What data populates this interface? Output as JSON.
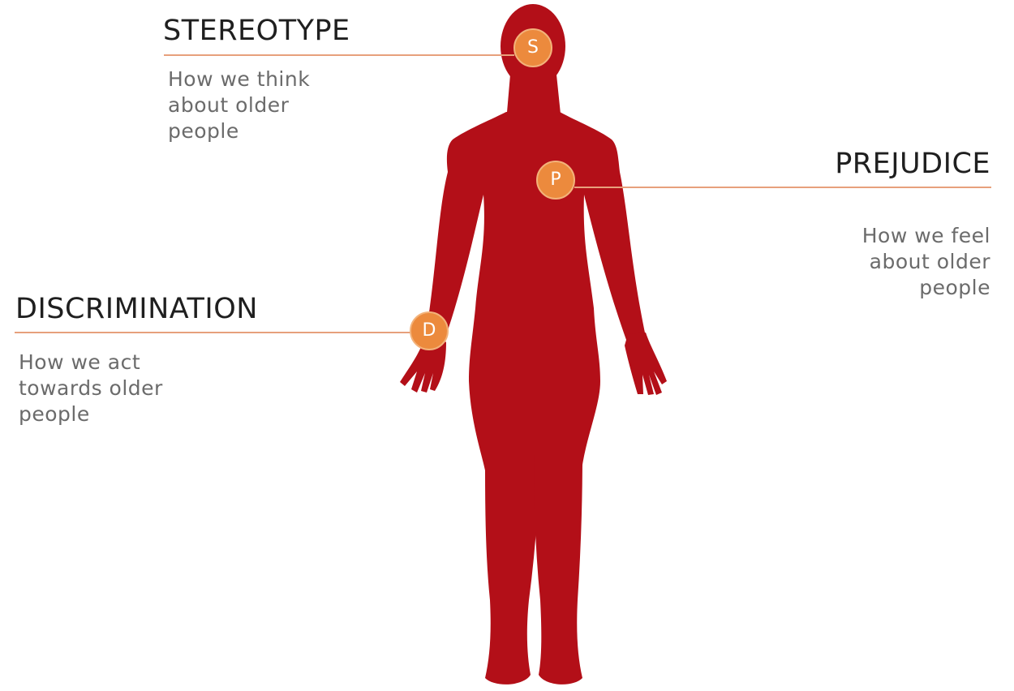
{
  "colors": {
    "figure": "#b30f18",
    "badge": "#ec8a3d",
    "rule": "#e7a07c",
    "title": "#1f1f1f",
    "description": "#6b6b6b"
  },
  "figure": {
    "icon": "human-silhouette-icon"
  },
  "stereotype": {
    "title": "STEREOTYPE",
    "badge": "S",
    "description": [
      "How we think",
      "about older",
      "people"
    ]
  },
  "prejudice": {
    "title": "PREJUDICE",
    "badge": "P",
    "description": [
      "How we feel",
      "about older",
      "people"
    ]
  },
  "discrimination": {
    "title": "DISCRIMINATION",
    "badge": "D",
    "description": [
      "How we act",
      "towards older",
      "people"
    ]
  }
}
